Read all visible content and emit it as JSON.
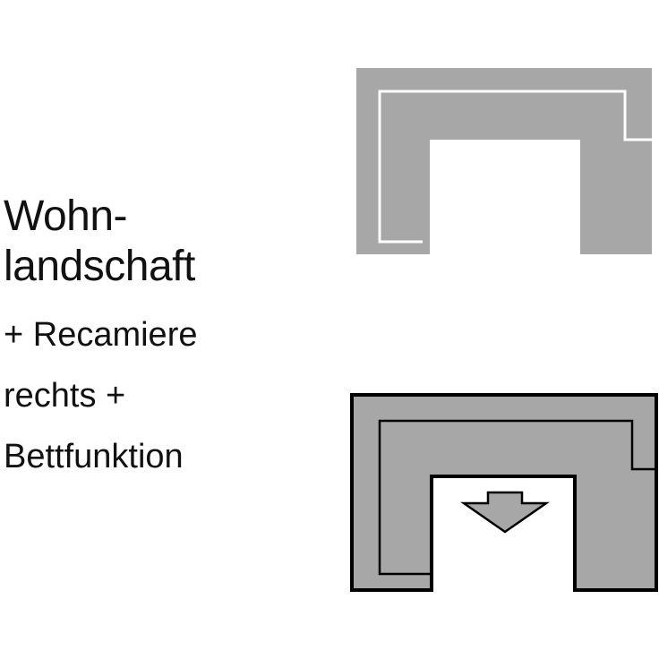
{
  "caption": {
    "title_line1": "Wohn-",
    "title_line2": "landschaft",
    "line3": "+ Recamiere",
    "line4": "rechts +",
    "line5": "Bettfunktion"
  },
  "colors": {
    "sofa_fill": "#a7a7a7",
    "sofa_outline": "#000000",
    "seat_line": "#ffffff",
    "arrow_fill": "#ffffff",
    "text": "#111111",
    "background": "#ffffff"
  },
  "diagrams": {
    "top": {
      "style": "sofa-without-outline",
      "arrow": "arrow-down-icon"
    },
    "bottom": {
      "style": "sofa-with-black-outline",
      "arrow": "arrow-down-icon"
    }
  }
}
